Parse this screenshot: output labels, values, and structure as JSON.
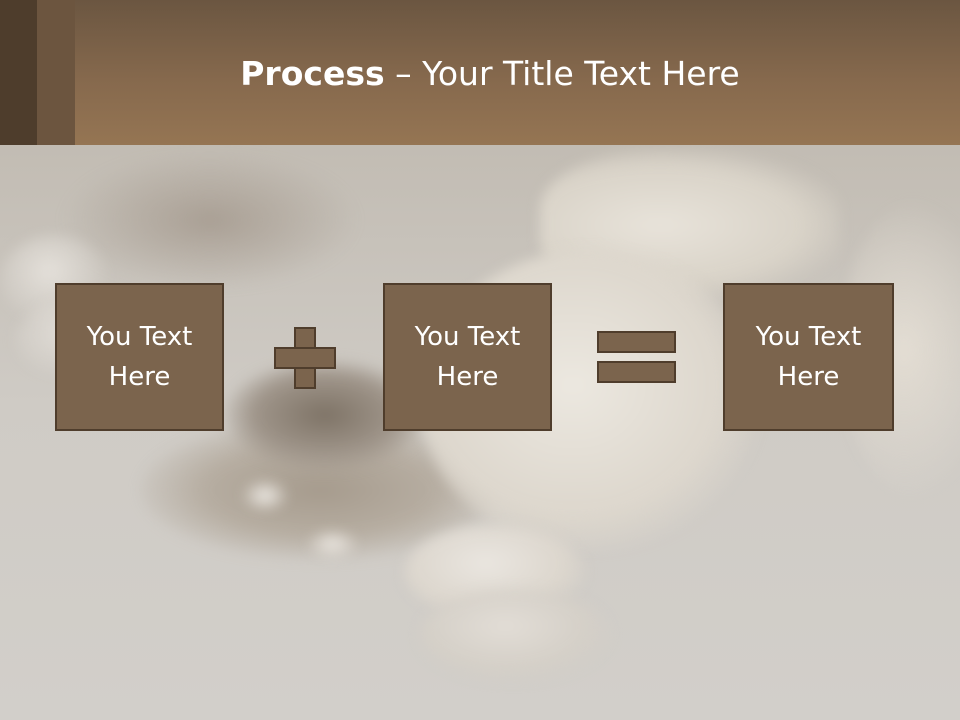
{
  "slide": {
    "title_bold": "Process",
    "title_rest": " – Your Title Text Here",
    "boxes": [
      {
        "label": "You Text\nHere"
      },
      {
        "label": "You Text\nHere"
      },
      {
        "label": "You Text\nHere"
      }
    ],
    "operators": [
      "plus-icon",
      "equals-icon"
    ],
    "colors": {
      "header": "#86694d",
      "box_fill": "#7b644d",
      "box_border": "#4f3d2c",
      "text": "#ffffff"
    }
  }
}
